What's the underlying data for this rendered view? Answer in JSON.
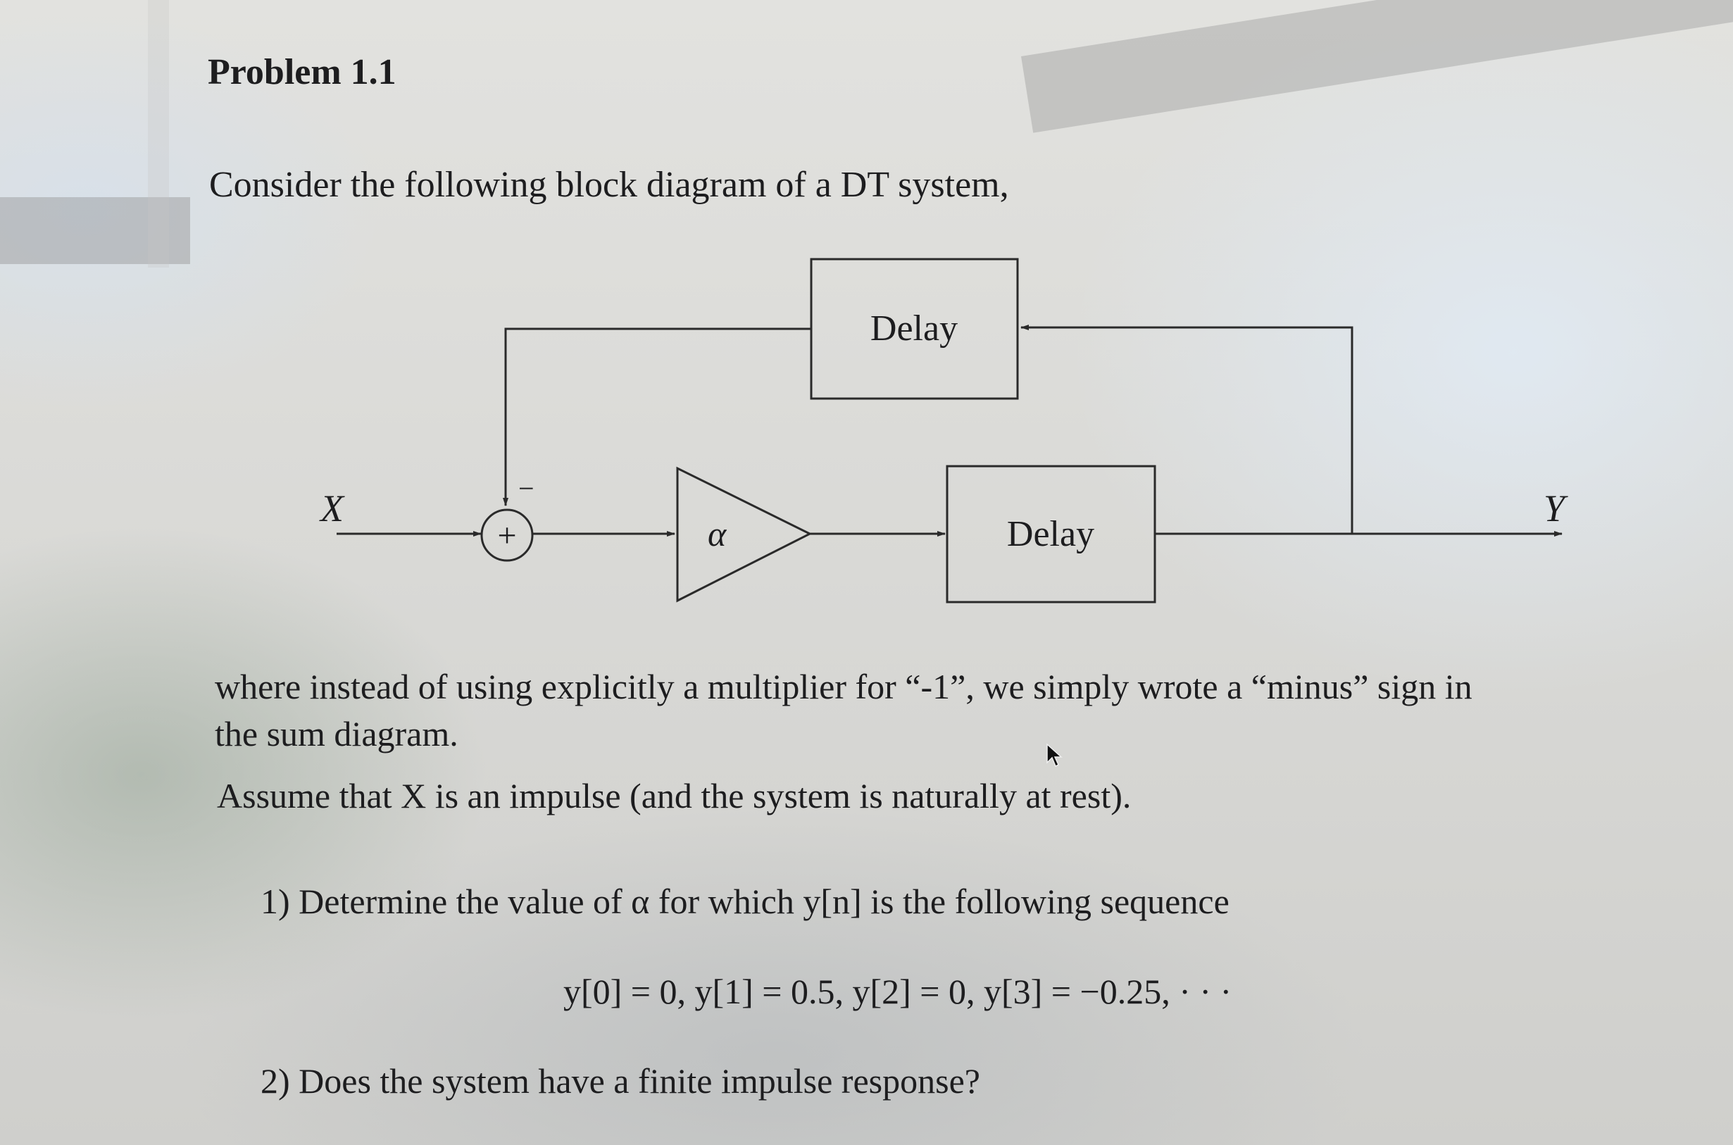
{
  "problem_title": "Problem 1.1",
  "intro": "Consider the following block diagram of a DT system,",
  "diagram": {
    "input_label": "X",
    "output_label": "Y",
    "sum_symbol": "+",
    "minus_sign": "−",
    "gain_label": "α",
    "delay_top_label": "Delay",
    "delay_bottom_label": "Delay"
  },
  "paragraph1_line1": "where instead of using explicitly a multiplier for “-1”, we simply wrote a “minus” sign in",
  "paragraph1_line2": "the sum diagram.",
  "paragraph2": "Assume that X is an impulse (and the system is naturally at rest).",
  "question1": "1) Determine the value of α for which y[n] is the following sequence",
  "sequence": "y[0] = 0,   y[1] = 0.5,   y[2] = 0,   y[3] = −0.25, · · ·",
  "question2": "2) Does the system have a finite impulse response?"
}
